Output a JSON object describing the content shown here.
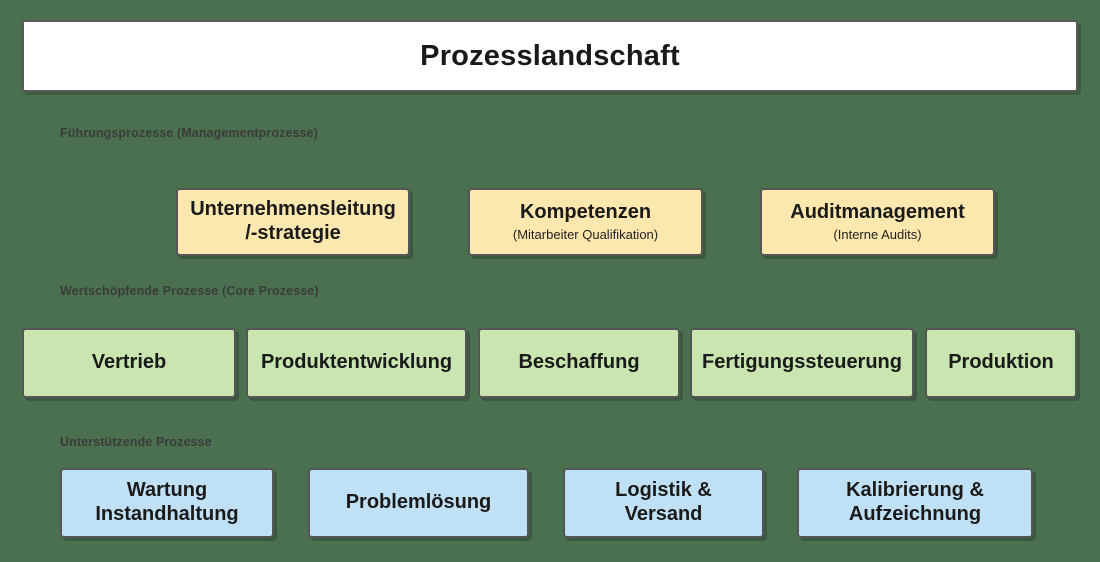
{
  "title": "Prozesslandschaft",
  "sections": [
    {
      "label": "Führungsprozesse (Managementprozesse)",
      "color": "#fce8af",
      "boxes": [
        {
          "title": "Unternehmensleitung",
          "title2": "/-strategie",
          "subtitle": ""
        },
        {
          "title": "Kompetenzen",
          "title2": "",
          "subtitle": "(Mitarbeiter Qualifikation)"
        },
        {
          "title": "Auditmanagement",
          "title2": "",
          "subtitle": "(Interne Audits)"
        }
      ]
    },
    {
      "label": "Wertschöpfende Prozesse (Core Prozesse)",
      "color": "#c9e6b0",
      "boxes": [
        {
          "title": "Vertrieb",
          "title2": "",
          "subtitle": ""
        },
        {
          "title": "Produktentwicklung",
          "title2": "",
          "subtitle": ""
        },
        {
          "title": "Beschaffung",
          "title2": "",
          "subtitle": ""
        },
        {
          "title": "Fertigungssteuerung",
          "title2": "",
          "subtitle": ""
        },
        {
          "title": "Produktion",
          "title2": "",
          "subtitle": ""
        }
      ]
    },
    {
      "label": "Unterstützende Prozesse",
      "color": "#bfe0f5",
      "boxes": [
        {
          "title": "Wartung",
          "title2": "Instandhaltung",
          "subtitle": ""
        },
        {
          "title": "Problemlösung",
          "title2": "",
          "subtitle": ""
        },
        {
          "title": "Logistik &",
          "title2": "Versand",
          "subtitle": ""
        },
        {
          "title": "Kalibrierung &",
          "title2": "Aufzeichnung",
          "subtitle": ""
        }
      ]
    }
  ],
  "colors": {
    "background": "#4a7050",
    "banner_background": "#ffffff",
    "border": "#555555",
    "label_text": "#3b3b3b",
    "box_text": "#1a1a1a"
  }
}
